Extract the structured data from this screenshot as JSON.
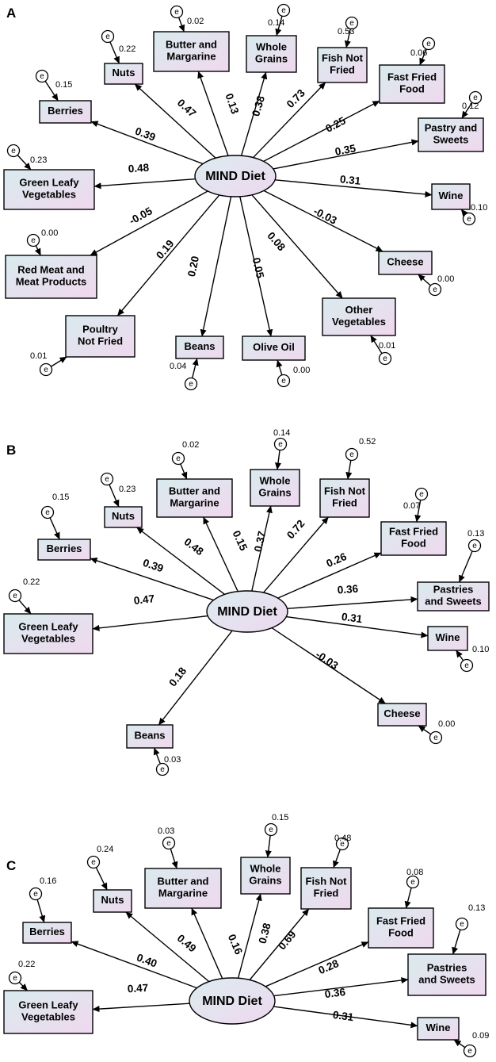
{
  "error_label": "e",
  "panels": [
    {
      "id": "A",
      "letter": "A",
      "center_label": "MIND Diet",
      "paths": [
        {
          "key": "nuts",
          "label": "Nuts",
          "coef": "0.47",
          "variance": "0.22"
        },
        {
          "key": "butter",
          "label": "Butter and Margarine",
          "coef": "0.13",
          "variance": "0.02"
        },
        {
          "key": "whole_grains",
          "label": "Whole Grains",
          "coef": "0.38",
          "variance": "0.14"
        },
        {
          "key": "fish",
          "label": "Fish Not Fried",
          "coef": "0.73",
          "variance": "0.53"
        },
        {
          "key": "fast_fried",
          "label": "Fast Fried Food",
          "coef": "0.25",
          "variance": "0.06"
        },
        {
          "key": "pastry",
          "label": "Pastry and Sweets",
          "coef": "0.35",
          "variance": "0.12"
        },
        {
          "key": "berries",
          "label": "Berries",
          "coef": "0.39",
          "variance": "0.15"
        },
        {
          "key": "greens",
          "label": "Green Leafy Vegetables",
          "coef": "0.48",
          "variance": "0.23"
        },
        {
          "key": "wine",
          "label": "Wine",
          "coef": "0.31",
          "variance": "0.10"
        },
        {
          "key": "red_meat",
          "label": "Red Meat and Meat Products",
          "coef": "-0.05",
          "variance": "0.00"
        },
        {
          "key": "cheese",
          "label": "Cheese",
          "coef": "-0.03",
          "variance": "0.00"
        },
        {
          "key": "poultry",
          "label": "Poultry Not Fried",
          "coef": "0.19",
          "variance": "0.01"
        },
        {
          "key": "beans",
          "label": "Beans",
          "coef": "0.20",
          "variance": "0.04"
        },
        {
          "key": "olive_oil",
          "label": "Olive Oil",
          "coef": "0.05",
          "variance": "0.00"
        },
        {
          "key": "other_veg",
          "label": "Other Vegetables",
          "coef": "0.08",
          "variance": "0.01"
        }
      ]
    },
    {
      "id": "B",
      "letter": "B",
      "center_label": "MIND Diet",
      "paths": [
        {
          "key": "nuts",
          "label": "Nuts",
          "coef": "0.48",
          "variance": "0.23"
        },
        {
          "key": "butter",
          "label": "Butter and Margarine",
          "coef": "0.15",
          "variance": "0.02"
        },
        {
          "key": "whole_grains",
          "label": "Whole Grains",
          "coef": "0.37",
          "variance": "0.14"
        },
        {
          "key": "fish",
          "label": "Fish Not Fried",
          "coef": "0.72",
          "variance": "0.52"
        },
        {
          "key": "fast_fried",
          "label": "Fast Fried Food",
          "coef": "0.26",
          "variance": "0.07"
        },
        {
          "key": "pastry",
          "label": "Pastries and Sweets",
          "coef": "0.36",
          "variance": "0.13"
        },
        {
          "key": "berries",
          "label": "Berries",
          "coef": "0.39",
          "variance": "0.15"
        },
        {
          "key": "greens",
          "label": "Green Leafy Vegetables",
          "coef": "0.47",
          "variance": "0.22"
        },
        {
          "key": "wine",
          "label": "Wine",
          "coef": "0.31",
          "variance": "0.10"
        },
        {
          "key": "cheese",
          "label": "Cheese",
          "coef": "-0.03",
          "variance": "0.00"
        },
        {
          "key": "beans",
          "label": "Beans",
          "coef": "0.18",
          "variance": "0.03"
        }
      ]
    },
    {
      "id": "C",
      "letter": "C",
      "center_label": "MIND Diet",
      "paths": [
        {
          "key": "nuts",
          "label": "Nuts",
          "coef": "0.49",
          "variance": "0.24"
        },
        {
          "key": "butter",
          "label": "Butter and Margarine",
          "coef": "0.16",
          "variance": "0.03"
        },
        {
          "key": "whole_grains",
          "label": "Whole Grains",
          "coef": "0.38",
          "variance": "0.15"
        },
        {
          "key": "fish",
          "label": "Fish Not Fried",
          "coef": "0.69",
          "variance": "0.48"
        },
        {
          "key": "fast_fried",
          "label": "Fast Fried Food",
          "coef": "0.28",
          "variance": "0.08"
        },
        {
          "key": "pastry",
          "label": "Pastries and Sweets",
          "coef": "0.36",
          "variance": "0.13"
        },
        {
          "key": "berries",
          "label": "Berries",
          "coef": "0.40",
          "variance": "0.16"
        },
        {
          "key": "greens",
          "label": "Green Leafy Vegetables",
          "coef": "0.47",
          "variance": "0.22"
        },
        {
          "key": "wine",
          "label": "Wine",
          "coef": "0.31",
          "variance": "0.09"
        }
      ]
    }
  ]
}
